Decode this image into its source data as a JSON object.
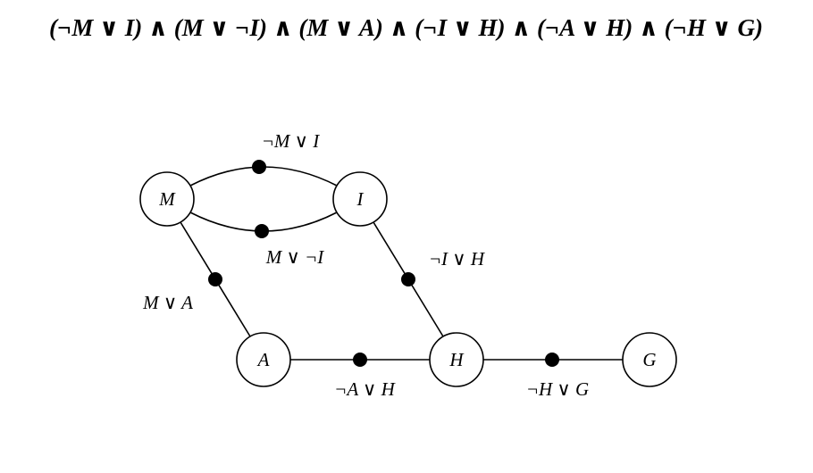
{
  "formula": "(¬M ∨ I) ∧ (M ∨ ¬I) ∧ (M ∨ A) ∧ (¬I ∨ H) ∧ (¬A ∨ H) ∧ (¬H ∨ G)",
  "nodes": [
    {
      "id": "M",
      "label": "M"
    },
    {
      "id": "I",
      "label": "I"
    },
    {
      "id": "A",
      "label": "A"
    },
    {
      "id": "H",
      "label": "H"
    },
    {
      "id": "G",
      "label": "G"
    }
  ],
  "edges": [
    {
      "from": "M",
      "to": "I",
      "label": "¬M ∨ I"
    },
    {
      "from": "M",
      "to": "I",
      "label": "M ∨ ¬I"
    },
    {
      "from": "M",
      "to": "A",
      "label": "M ∨ A"
    },
    {
      "from": "I",
      "to": "H",
      "label": "¬I ∨ H"
    },
    {
      "from": "A",
      "to": "H",
      "label": "¬A ∨ H"
    },
    {
      "from": "H",
      "to": "G",
      "label": "¬H ∨ G"
    }
  ]
}
